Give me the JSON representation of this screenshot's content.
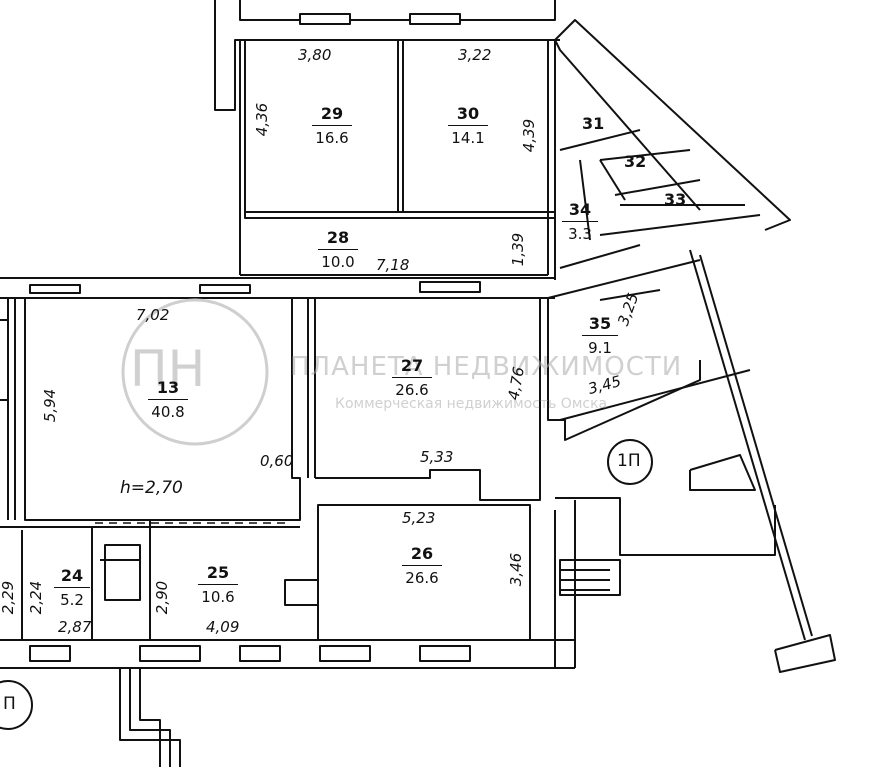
{
  "watermark": {
    "logo_text": "ПН",
    "company_name": "ПЛАНЕТА НЕДВИЖИМОСТИ",
    "tagline": "Коммерческая недвижимость Омска"
  },
  "rooms": [
    {
      "id": "r29",
      "number": "29",
      "area": "16.6"
    },
    {
      "id": "r30",
      "number": "30",
      "area": "14.1"
    },
    {
      "id": "r31",
      "number": "31"
    },
    {
      "id": "r32",
      "number": "32"
    },
    {
      "id": "r33",
      "number": "33"
    },
    {
      "id": "r34",
      "number": "34",
      "area": "3.3"
    },
    {
      "id": "r28",
      "number": "28",
      "area": "10.0"
    },
    {
      "id": "r35",
      "number": "35",
      "area": "9.1"
    },
    {
      "id": "r13",
      "number": "13",
      "area": "40.8"
    },
    {
      "id": "r27",
      "number": "27",
      "area": "26.6"
    },
    {
      "id": "r26",
      "number": "26",
      "area": "26.6"
    },
    {
      "id": "r25",
      "number": "25",
      "area": "10.6"
    },
    {
      "id": "r24",
      "number": "24",
      "area": "5.2"
    }
  ],
  "dimensions": {
    "d380": "3,80",
    "d322": "3,22",
    "d436": "4,36",
    "d439": "4,39",
    "d139": "1,39",
    "d718": "7,18",
    "d702": "7,02",
    "d594": "5,94",
    "d325": "3,25",
    "d345": "3,45",
    "d476": "4,76",
    "d533": "5,33",
    "d060": "0,60",
    "d523": "5,23",
    "d346": "3,46",
    "d290": "2,90",
    "d409": "4,09",
    "d287": "2,87",
    "d229": "2,29",
    "d224": "2,24"
  },
  "ceiling_height": "h=2,70",
  "entrances": {
    "e1": "1П",
    "e2": "П"
  }
}
